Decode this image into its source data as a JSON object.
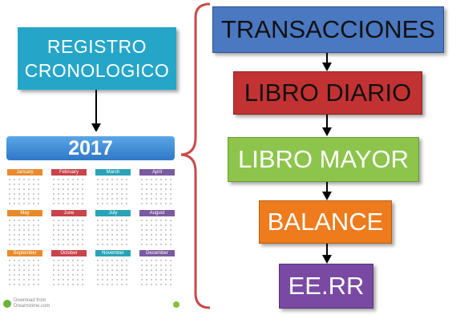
{
  "diagram": {
    "registro": {
      "line1": "REGISTRO",
      "line2": "CRONOLOGICO"
    },
    "flow": [
      "TRANSACCIONES",
      "LIBRO DIARIO",
      "LIBRO MAYOR",
      "BALANCE",
      "EE.RR"
    ],
    "calendar": {
      "year": "2017",
      "months": [
        "January",
        "February",
        "March",
        "April",
        "May",
        "June",
        "July",
        "August",
        "September",
        "October",
        "November",
        "December"
      ],
      "footer1": "Download from",
      "footer2": "Dreamstime.com"
    }
  },
  "colors": {
    "registro": "#25a6c9",
    "transacciones": "#4a78c1",
    "libro_diario": "#c33232",
    "libro_mayor": "#8dc54c",
    "balance": "#ee7b1c",
    "eerr": "#7a49a3",
    "bracket": "#c94a4a"
  }
}
